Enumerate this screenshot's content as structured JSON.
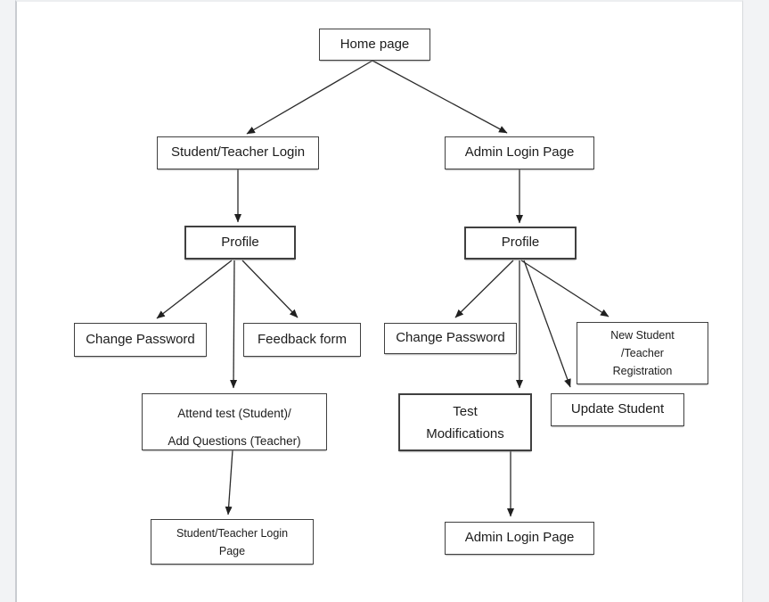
{
  "document": {
    "kind": "sitemap-flowchart",
    "colors": {
      "page_background": "#ffffff",
      "canvas_background": "#f2f3f5",
      "box_border": "#404040",
      "connector": "#2b2b2b",
      "text": "#1c1c1c"
    }
  },
  "diagram": {
    "nodes": {
      "home_page": {
        "label": "Home page"
      },
      "student_teacher_login": {
        "label": "Student/Teacher Login"
      },
      "admin_login_page": {
        "label": "Admin Login Page"
      },
      "profile_left": {
        "label": "Profile"
      },
      "profile_right": {
        "label": "Profile"
      },
      "change_password_left": {
        "label": "Change Password"
      },
      "feedback_form": {
        "label": "Feedback form"
      },
      "change_password_right": {
        "label": "Change Password"
      },
      "new_student_teacher_registration": {
        "lines": [
          "New Student",
          "/Teacher",
          "Registration"
        ]
      },
      "attend_test_add_questions": {
        "lines": [
          "Attend test (Student)/",
          "Add Questions (Teacher)"
        ]
      },
      "test_modifications": {
        "lines": [
          "Test",
          "Modifications"
        ]
      },
      "update_student": {
        "label": "Update Student"
      },
      "student_teacher_login_page": {
        "lines": [
          "Student/Teacher Login",
          "Page"
        ]
      },
      "admin_login_page_bottom": {
        "label": "Admin Login Page"
      }
    },
    "edges": [
      "home-page to student-teacher-login",
      "home-page to admin-login-page",
      "student-teacher-login to profile-left",
      "admin-login-page to profile-right",
      "profile-left to change-password-left",
      "profile-left to attend-test-add-questions",
      "profile-left to feedback-form",
      "attend-test-add-questions to student-teacher-login-page",
      "profile-right to change-password-right",
      "profile-right to test-modifications",
      "profile-right to update-student",
      "profile-right to new-student-teacher-registration",
      "test-modifications to admin-login-page-bottom"
    ]
  }
}
